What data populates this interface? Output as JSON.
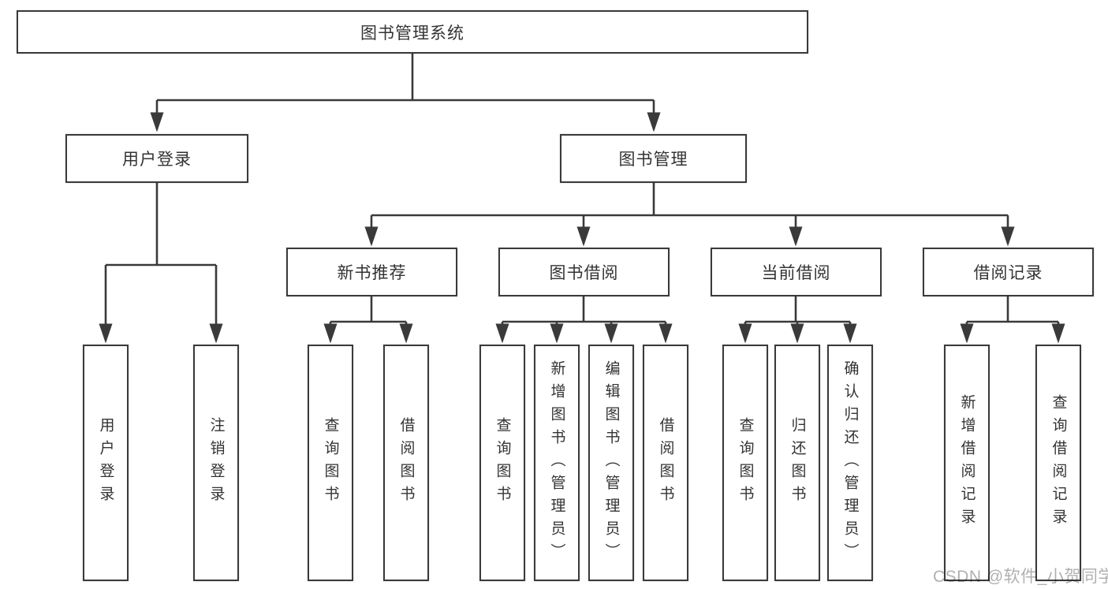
{
  "tree": {
    "root": {
      "label": "图书管理系统"
    },
    "branches": [
      {
        "label": "用户登录",
        "children": [
          {
            "label": "用户登录"
          },
          {
            "label": "注销登录"
          }
        ]
      },
      {
        "label": "图书管理",
        "children": [
          {
            "label": "新书推荐",
            "children": [
              {
                "label": "查询图书"
              },
              {
                "label": "借阅图书"
              }
            ]
          },
          {
            "label": "图书借阅",
            "children": [
              {
                "label": "查询图书"
              },
              {
                "label": "新增图书（管理员）"
              },
              {
                "label": "编辑图书（管理员）"
              },
              {
                "label": "借阅图书"
              }
            ]
          },
          {
            "label": "当前借阅",
            "children": [
              {
                "label": "查询图书"
              },
              {
                "label": "归还图书"
              },
              {
                "label": "确认归还（管理员）"
              }
            ]
          },
          {
            "label": "借阅记录",
            "children": [
              {
                "label": "新增借阅记录"
              },
              {
                "label": "查询借阅记录"
              }
            ]
          }
        ]
      }
    ]
  },
  "watermark": {
    "text": "CSDN @软件_小贺同学"
  },
  "colors": {
    "line": "#3a3a3a",
    "text": "#333333",
    "watermark": "#b0b0b0",
    "background": "#ffffff"
  }
}
